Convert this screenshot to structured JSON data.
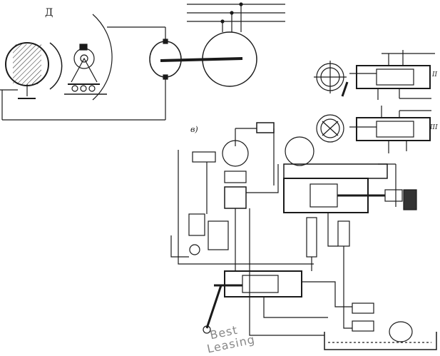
{
  "labels": {
    "top_left_mark": "Д",
    "panel_b": "в)",
    "position_2": "II",
    "position_3": "III"
  },
  "watermark": {
    "line1": "Best",
    "line2": "Leasing"
  },
  "colors": {
    "ink": "#1a1a1a",
    "paper": "#ffffff",
    "watermark": "#888888"
  }
}
